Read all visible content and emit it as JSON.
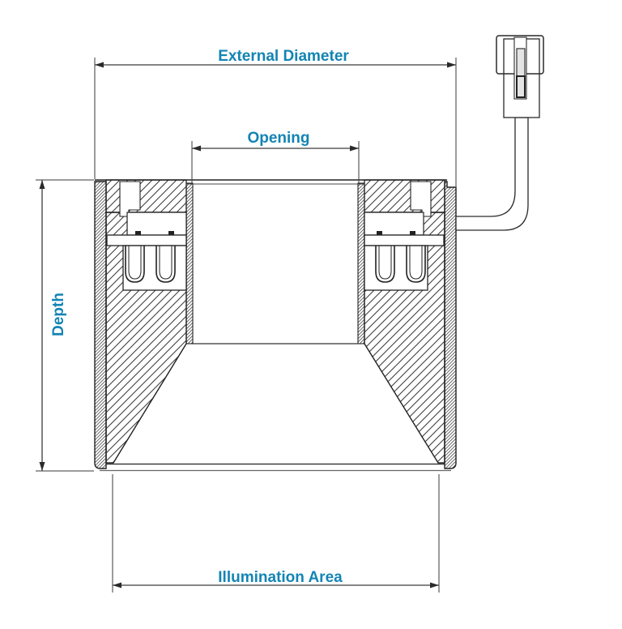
{
  "drawing": {
    "labels": {
      "external_diameter": "External Diameter",
      "opening": "Opening",
      "depth": "Depth",
      "illumination_area": "Illumination Area"
    },
    "colors": {
      "label": "#1384b4",
      "line": "#2a2a2a"
    }
  }
}
